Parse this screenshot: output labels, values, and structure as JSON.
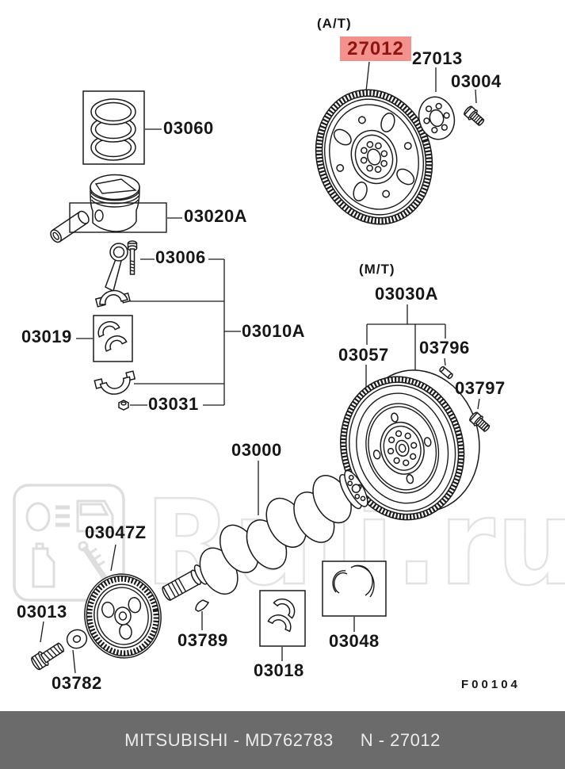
{
  "sections": {
    "at": "(A/T)",
    "mt": "(M/T)"
  },
  "highlighted_part": {
    "number": "27012"
  },
  "parts": {
    "27013": "27013",
    "03004": "03004",
    "03060": "03060",
    "03020A": "03020A",
    "03006": "03006",
    "03019": "03019",
    "03010A": "03010A",
    "03031": "03031",
    "03030A": "03030A",
    "03057": "03057",
    "03796": "03796",
    "03797": "03797",
    "03000": "03000",
    "03047Z": "03047Z",
    "03013": "03013",
    "03782": "03782",
    "03789": "03789",
    "03018": "03018",
    "03048": "03048"
  },
  "figure_code": "F00104",
  "watermark": {
    "text": "Ruli.ru"
  },
  "footer": {
    "left": "MITSUBISHI - MD762783",
    "right": "N - 27012"
  },
  "colors": {
    "highlight_bg": "#f3928c",
    "highlight_text": "#8c150f",
    "footer_bg": "#6b6b6b",
    "line": "#1a1a1a",
    "watermark": "#e3e3e3"
  }
}
